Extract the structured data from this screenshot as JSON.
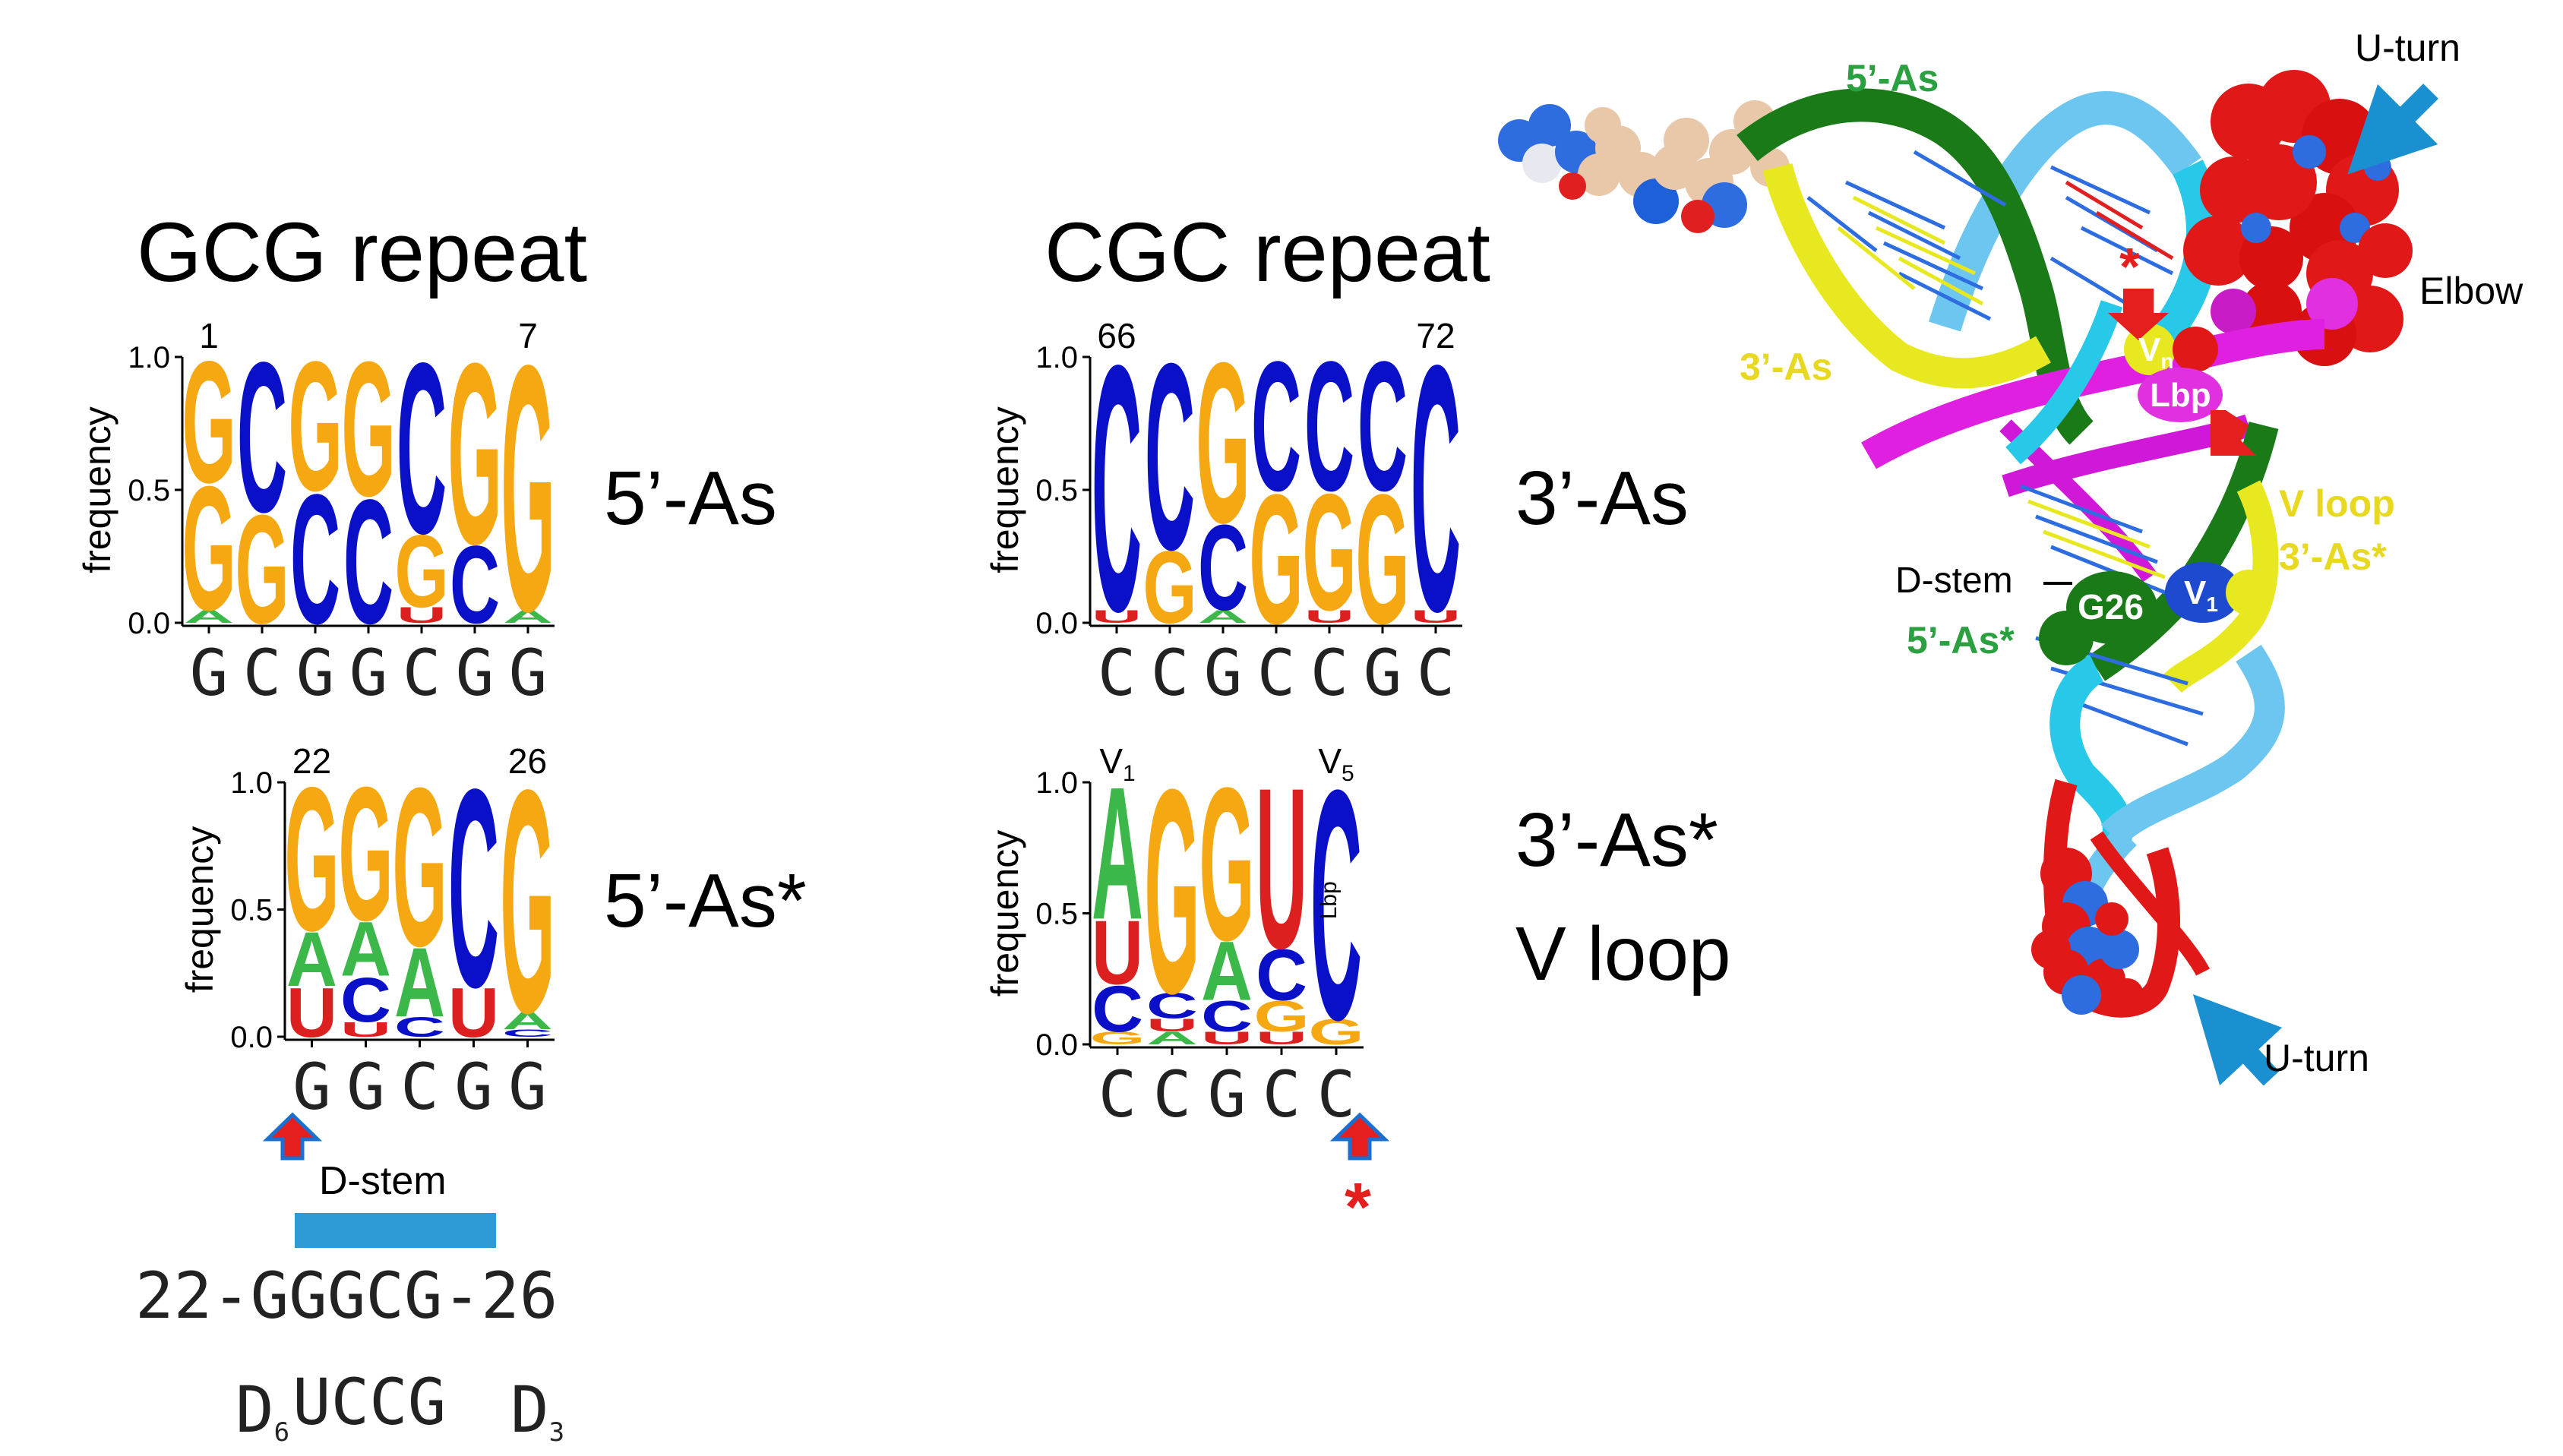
{
  "titles": {
    "gcg": "GCG repeat",
    "cgc": "CGC repeat"
  },
  "colors": {
    "A": "#3cb84a",
    "C": "#0a10c8",
    "G": "#f5a811",
    "U": "#dc1f1f"
  },
  "logos": [
    {
      "id": "logo-5as",
      "side_label": "5’-As",
      "ylabel": "frequency",
      "yticks": [
        "1.0",
        "0.5",
        "0.0"
      ],
      "start_label": "1",
      "end_label": "7",
      "consensus": "GCGGCGG",
      "columns": [
        [
          [
            "A",
            0.05
          ],
          [
            "G",
            0.48
          ],
          [
            "G",
            0.47
          ]
        ],
        [
          [
            "G",
            0.42
          ],
          [
            "C",
            0.58
          ]
        ],
        [
          [
            "C",
            0.5
          ],
          [
            "G",
            0.5
          ]
        ],
        [
          [
            "C",
            0.48
          ],
          [
            "G",
            0.52
          ]
        ],
        [
          [
            "U",
            0.06
          ],
          [
            "G",
            0.28
          ],
          [
            "C",
            0.66
          ]
        ],
        [
          [
            "C",
            0.3
          ],
          [
            "G",
            0.7
          ]
        ],
        [
          [
            "A",
            0.05
          ],
          [
            "G",
            0.95
          ]
        ]
      ]
    },
    {
      "id": "logo-3as",
      "side_label": "3’-As",
      "ylabel": "frequency",
      "yticks": [
        "1.0",
        "0.5",
        "0.0"
      ],
      "start_label": "66",
      "end_label": "72",
      "consensus": "CCGCCGC",
      "columns": [
        [
          [
            "U",
            0.05
          ],
          [
            "C",
            0.95
          ]
        ],
        [
          [
            "G",
            0.28
          ],
          [
            "C",
            0.72
          ]
        ],
        [
          [
            "A",
            0.05
          ],
          [
            "C",
            0.33
          ],
          [
            "G",
            0.62
          ]
        ],
        [
          [
            "G",
            0.5
          ],
          [
            "C",
            0.5
          ]
        ],
        [
          [
            "U",
            0.05
          ],
          [
            "G",
            0.45
          ],
          [
            "C",
            0.5
          ]
        ],
        [
          [
            "G",
            0.5
          ],
          [
            "C",
            0.5
          ]
        ],
        [
          [
            "U",
            0.05
          ],
          [
            "C",
            0.95
          ]
        ]
      ]
    },
    {
      "id": "logo-5as-star",
      "side_label": "5’-As*",
      "ylabel": "frequency",
      "yticks": [
        "1.0",
        "0.5",
        "0.0"
      ],
      "start_label": "22",
      "end_label": "26",
      "consensus": "GGCGG",
      "columns": [
        [
          [
            "U",
            0.2
          ],
          [
            "A",
            0.22
          ],
          [
            "G",
            0.58
          ]
        ],
        [
          [
            "U",
            0.06
          ],
          [
            "C",
            0.18
          ],
          [
            "A",
            0.22
          ],
          [
            "G",
            0.54
          ]
        ],
        [
          [
            "C",
            0.08
          ],
          [
            "A",
            0.28
          ],
          [
            "G",
            0.64
          ]
        ],
        [
          [
            "U",
            0.2
          ],
          [
            "C",
            0.8
          ]
        ],
        [
          [
            "C",
            0.03
          ],
          [
            "A",
            0.07
          ],
          [
            "G",
            0.9
          ]
        ]
      ]
    },
    {
      "id": "logo-vloop",
      "side_label_1": "3’-As*",
      "side_label_2": "V loop",
      "ylabel": "frequency",
      "yticks": [
        "1.0",
        "0.5",
        "0.0"
      ],
      "start_label": "V",
      "start_sub": "1",
      "end_label": "V",
      "end_sub": "5",
      "inner_label": "Lbp",
      "consensus": "CCGCC",
      "columns": [
        [
          [
            "G",
            0.05
          ],
          [
            "C",
            0.18
          ],
          [
            "U",
            0.25
          ],
          [
            "A",
            0.52
          ]
        ],
        [
          [
            "A",
            0.05
          ],
          [
            "U",
            0.05
          ],
          [
            "C",
            0.1
          ],
          [
            "G",
            0.8
          ]
        ],
        [
          [
            "U",
            0.05
          ],
          [
            "C",
            0.12
          ],
          [
            "A",
            0.23
          ],
          [
            "G",
            0.6
          ]
        ],
        [
          [
            "U",
            0.05
          ],
          [
            "G",
            0.12
          ],
          [
            "C",
            0.2
          ],
          [
            "U",
            0.63
          ]
        ],
        [
          [
            "G",
            0.1
          ],
          [
            "C",
            0.9
          ]
        ]
      ]
    }
  ],
  "dstem": {
    "label": "D-stem",
    "sequence_top": "22-GGGCG-26",
    "sequence_bottom": "UCCG",
    "bottom_left_label": "D",
    "bottom_left_sub": "6",
    "bottom_right_label": "D",
    "bottom_right_sub": "3"
  },
  "structure_labels": {
    "u_turn_top": "U-turn",
    "u_turn_bottom": "U-turn",
    "elbow": "Elbow",
    "five_as": "5’-As",
    "three_as": "3’-As",
    "v_loop": "V loop",
    "three_as_star": "3’-As*",
    "d_stem": "D-stem",
    "five_as_star": "5’-As*",
    "g26": "G26",
    "vn": "V",
    "vn_sub": "n",
    "lbp": "Lbp",
    "v1": "V",
    "v1_sub": "1",
    "asterisk": "*"
  }
}
